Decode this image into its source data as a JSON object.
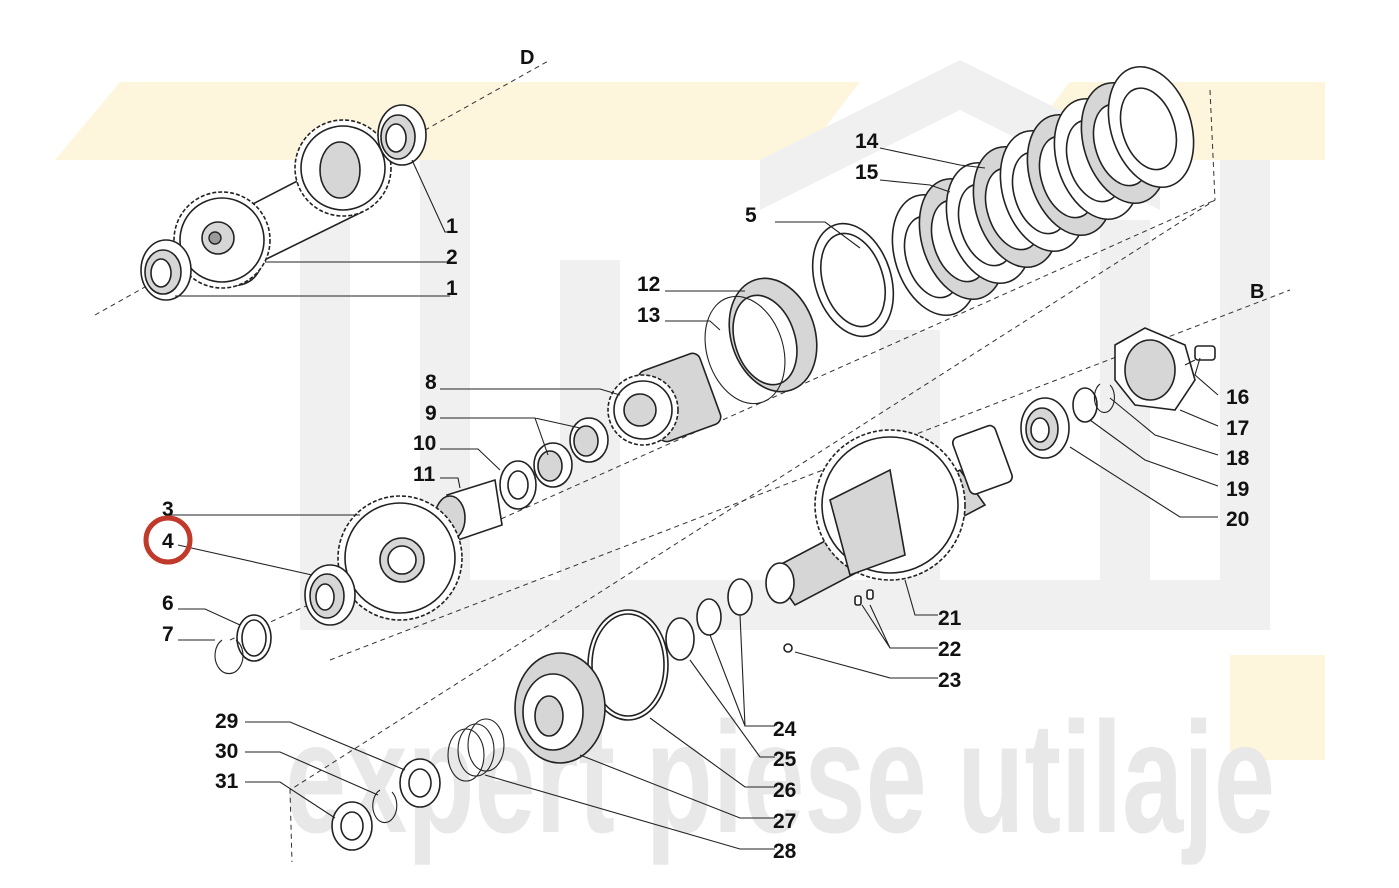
{
  "watermark": {
    "text": "expert piese utilaje"
  },
  "axis_labels": {
    "d": "D",
    "b": "B"
  },
  "highlight": {
    "color": "#c0392b",
    "target_label": "4"
  },
  "callouts": [
    {
      "id": "c1a",
      "label": "1"
    },
    {
      "id": "c2",
      "label": "2"
    },
    {
      "id": "c1b",
      "label": "1"
    },
    {
      "id": "c3",
      "label": "3"
    },
    {
      "id": "c4",
      "label": "4"
    },
    {
      "id": "c5",
      "label": "5"
    },
    {
      "id": "c6",
      "label": "6"
    },
    {
      "id": "c7",
      "label": "7"
    },
    {
      "id": "c8",
      "label": "8"
    },
    {
      "id": "c9",
      "label": "9"
    },
    {
      "id": "c10",
      "label": "10"
    },
    {
      "id": "c11",
      "label": "11"
    },
    {
      "id": "c12",
      "label": "12"
    },
    {
      "id": "c13",
      "label": "13"
    },
    {
      "id": "c14",
      "label": "14"
    },
    {
      "id": "c15",
      "label": "15"
    },
    {
      "id": "c16",
      "label": "16"
    },
    {
      "id": "c17",
      "label": "17"
    },
    {
      "id": "c18",
      "label": "18"
    },
    {
      "id": "c19",
      "label": "19"
    },
    {
      "id": "c20",
      "label": "20"
    },
    {
      "id": "c21",
      "label": "21"
    },
    {
      "id": "c22",
      "label": "22"
    },
    {
      "id": "c23",
      "label": "23"
    },
    {
      "id": "c24",
      "label": "24"
    },
    {
      "id": "c25",
      "label": "25"
    },
    {
      "id": "c26",
      "label": "26"
    },
    {
      "id": "c27",
      "label": "27"
    },
    {
      "id": "c28",
      "label": "28"
    },
    {
      "id": "c29",
      "label": "29"
    },
    {
      "id": "c30",
      "label": "30"
    },
    {
      "id": "c31",
      "label": "31"
    }
  ]
}
